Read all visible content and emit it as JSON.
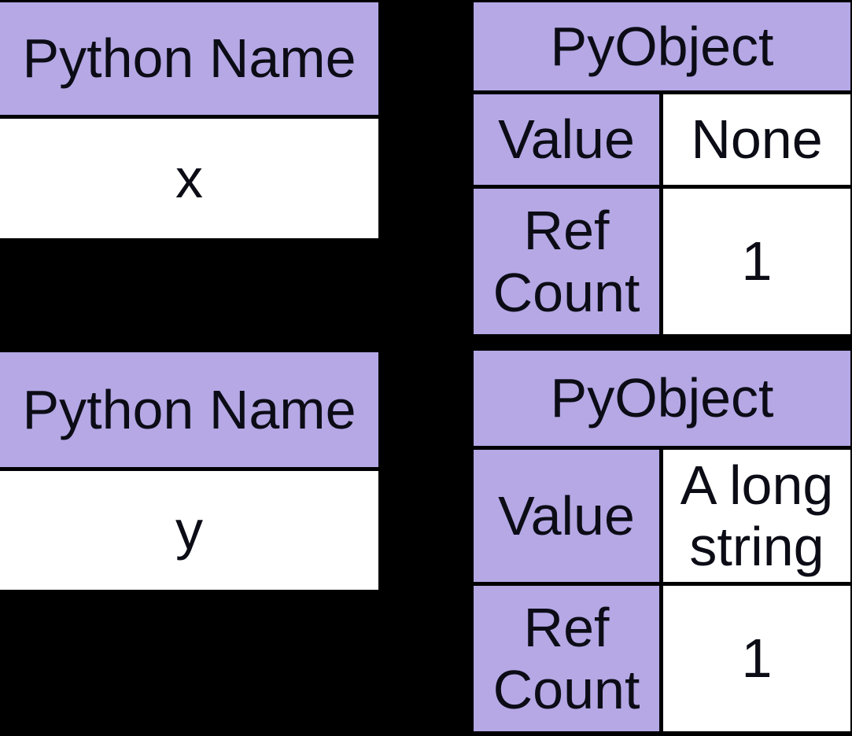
{
  "colors": {
    "background": "#000000",
    "header_fill": "#b5a8e5",
    "cell_fill": "#ffffff",
    "border": "#000000",
    "text": "#0c0c16"
  },
  "diagram": {
    "name_tables": [
      {
        "header": "Python Name",
        "name": "x"
      },
      {
        "header": "Python Name",
        "name": "y"
      }
    ],
    "object_tables": [
      {
        "header": "PyObject",
        "rows": [
          {
            "label": "Value",
            "value": "None"
          },
          {
            "label": "Ref Count",
            "value": "1"
          }
        ]
      },
      {
        "header": "PyObject",
        "rows": [
          {
            "label": "Value",
            "value": "A long string"
          },
          {
            "label": "Ref Count",
            "value": "1"
          }
        ]
      }
    ]
  }
}
